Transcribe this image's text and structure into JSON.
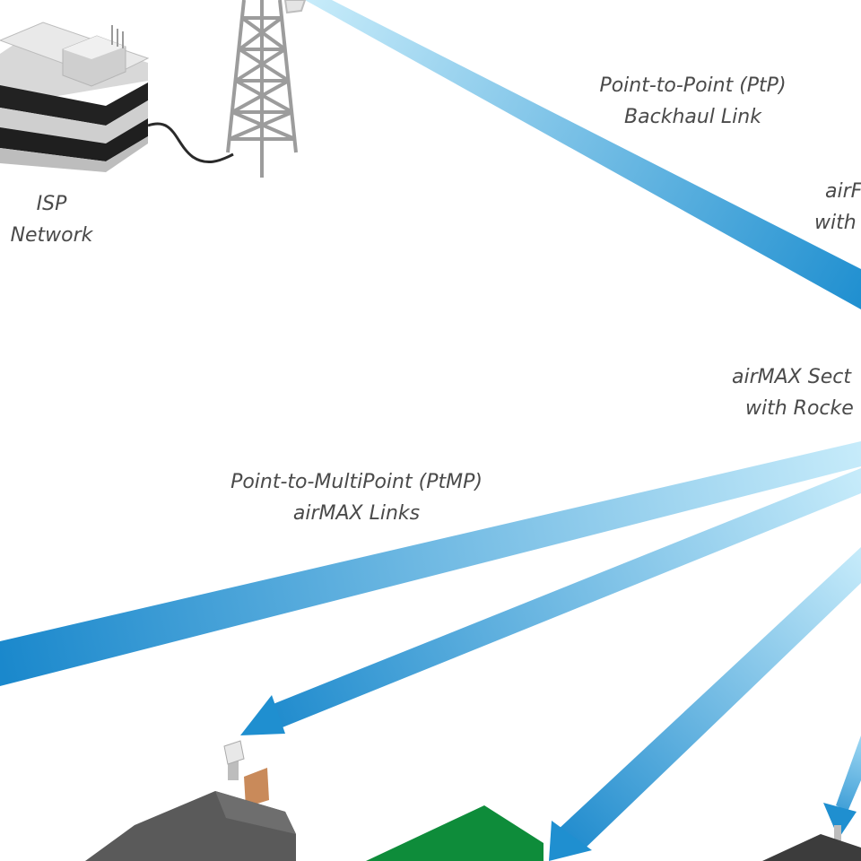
{
  "labels": {
    "isp": {
      "line1": "ISP",
      "line2": "Network"
    },
    "ptp": {
      "line1": "Point-to-Point (PtP)",
      "line2": "Backhaul Link"
    },
    "airfiber": {
      "line1": "airF",
      "line2": "with"
    },
    "sector": {
      "line1": "airMAX Sect",
      "line2": "with Rocke"
    },
    "ptmp": {
      "line1": "Point-to-MultiPoint (PtMP)",
      "line2": "airMAX Links"
    }
  },
  "colors": {
    "link_light": "#bfe6f7",
    "link_dark": "#1f8fd0",
    "label_text": "#4a4a4a",
    "roof_gray": "#555555",
    "roof_green": "#0e8c3a",
    "building_gray": "#cfcfcf"
  },
  "icons": [
    "isp-building-icon",
    "tower-icon",
    "house-icon"
  ]
}
